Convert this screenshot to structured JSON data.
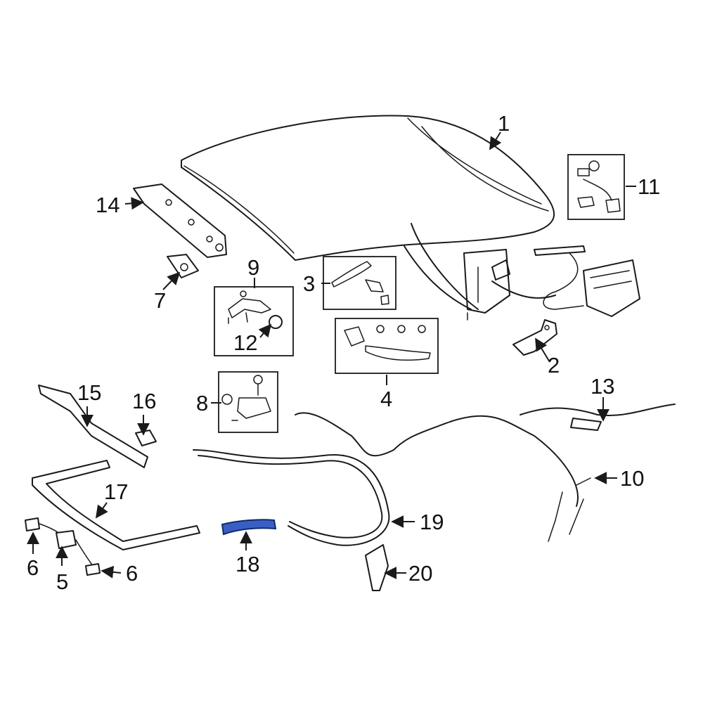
{
  "diagram": {
    "highlight_color": "#3a5fc4",
    "callouts": [
      {
        "id": "1",
        "label": "1"
      },
      {
        "id": "2",
        "label": "2"
      },
      {
        "id": "3",
        "label": "3"
      },
      {
        "id": "4",
        "label": "4"
      },
      {
        "id": "5",
        "label": "5"
      },
      {
        "id": "6a",
        "label": "6"
      },
      {
        "id": "6b",
        "label": "6"
      },
      {
        "id": "7",
        "label": "7"
      },
      {
        "id": "8",
        "label": "8"
      },
      {
        "id": "9",
        "label": "9"
      },
      {
        "id": "10",
        "label": "10"
      },
      {
        "id": "11",
        "label": "11"
      },
      {
        "id": "12",
        "label": "12"
      },
      {
        "id": "13",
        "label": "13"
      },
      {
        "id": "14",
        "label": "14"
      },
      {
        "id": "15",
        "label": "15"
      },
      {
        "id": "16",
        "label": "16"
      },
      {
        "id": "17",
        "label": "17"
      },
      {
        "id": "18",
        "label": "18"
      },
      {
        "id": "19",
        "label": "19"
      },
      {
        "id": "20",
        "label": "20"
      }
    ]
  }
}
